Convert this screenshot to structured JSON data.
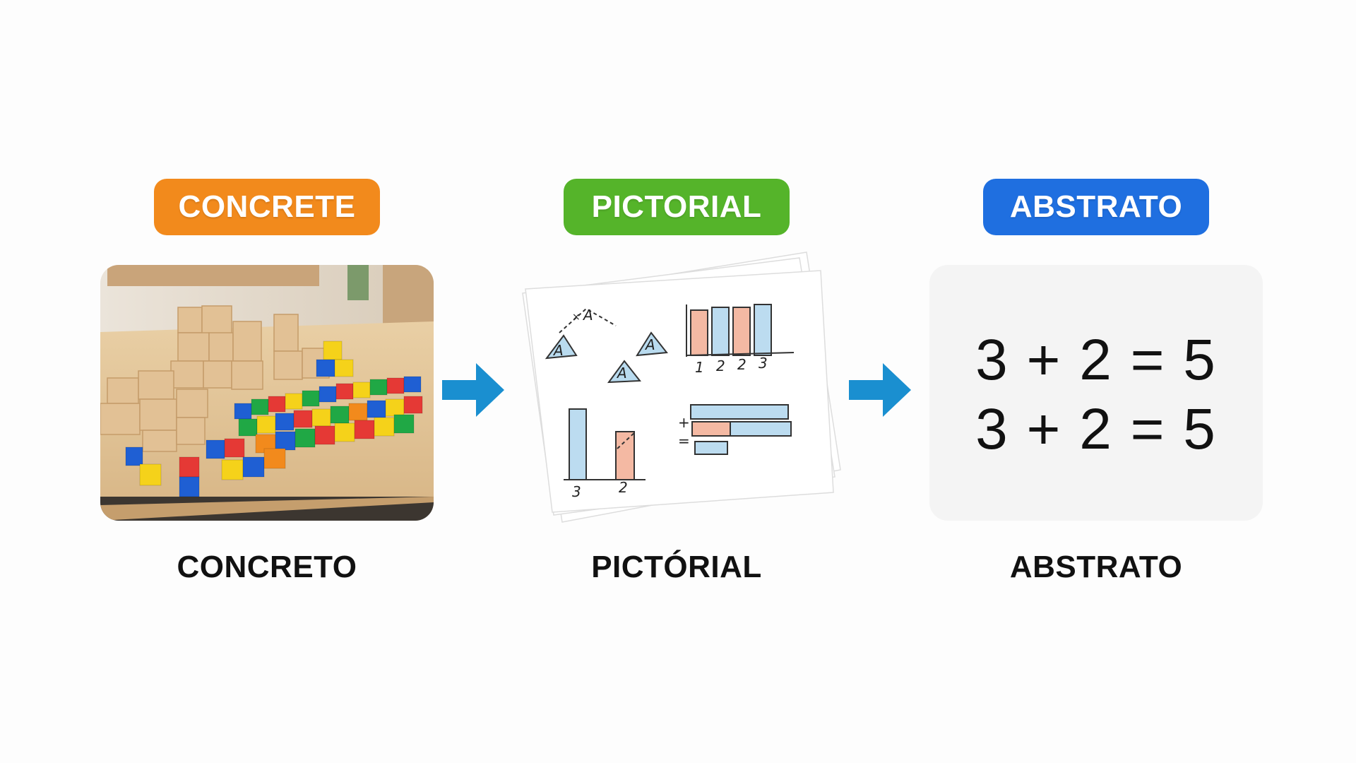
{
  "stages": [
    {
      "badge": "CONCRETE",
      "badge_color": "#f28a1c",
      "caption": "CONCRETO",
      "illustration": "wooden and colored blocks photo"
    },
    {
      "badge": "PICTORIAL",
      "badge_color": "#55b42a",
      "caption": "PICTÓRIAL",
      "illustration": "hand-drawn diagrams on paper",
      "drawing_labels": {
        "tri_a1": "A",
        "tri_a2": "A",
        "tri_a3": "A",
        "tri_a4": "A",
        "cross": "×",
        "bar_nums": [
          "1",
          "2",
          "2",
          "3"
        ],
        "plus": "+",
        "equals": "=",
        "bottom_nums": [
          "3",
          "2"
        ]
      }
    },
    {
      "badge": "ABSTRATO",
      "badge_color": "#1f6fe0",
      "caption": "ABSTRATO",
      "equations": [
        "3 + 2 = 5",
        "3 + 2 = 5"
      ]
    }
  ],
  "arrow_color": "#1a8fd0",
  "icons": [
    "arrow-right-icon",
    "arrow-right-icon"
  ]
}
